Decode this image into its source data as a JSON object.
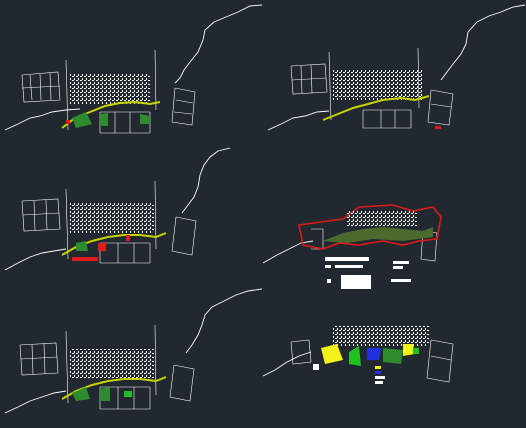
{
  "viewport": {
    "name": "cad-model-space",
    "background": "#212830"
  },
  "sheets": [
    {
      "id": "plan-1",
      "variant": "green-zones"
    },
    {
      "id": "plan-2",
      "variant": "yellow-corridor"
    },
    {
      "id": "plan-3",
      "variant": "red-plots"
    },
    {
      "id": "plan-4",
      "variant": "red-boundary-with-legend"
    },
    {
      "id": "plan-5",
      "variant": "green-zones-light"
    },
    {
      "id": "plan-6",
      "variant": "colored-landuse-with-legend"
    }
  ],
  "colors": {
    "linework": "#ffffff",
    "corridor": "#c8d400",
    "vegetation": "#2e8b2e",
    "plots_red": "#e01a1a",
    "landuse_yellow": "#f2f21a",
    "landuse_blue": "#2030e0",
    "landuse_green": "#20c020"
  }
}
